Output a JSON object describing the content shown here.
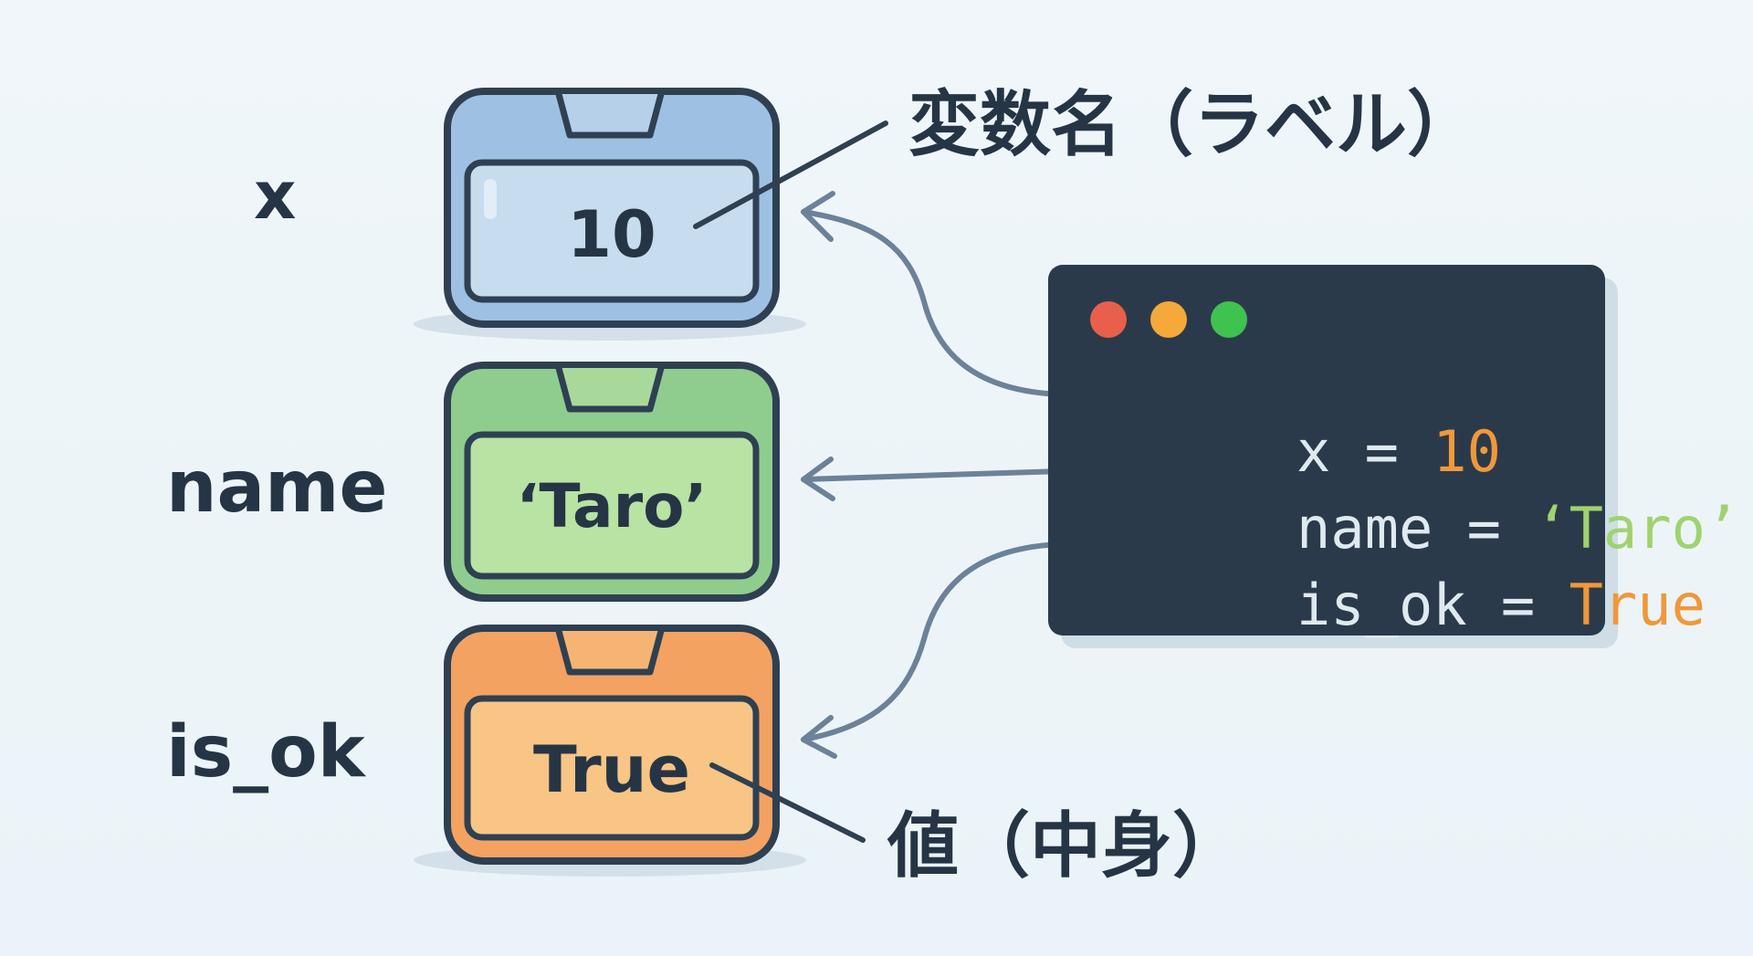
{
  "variables": [
    {
      "label": "x",
      "value": "10",
      "color": "#9ec1e3",
      "inner": "#c7dcef"
    },
    {
      "label": "name",
      "value": "‘Taro’",
      "color": "#8fcd8f",
      "inner": "#b8e3a3"
    },
    {
      "label": "is_ok",
      "value": "True",
      "color": "#f3a261",
      "inner": "#f8c585"
    }
  ],
  "annotations": {
    "name_label": "変数名（ラベル）",
    "value_label": "値（中身）"
  },
  "terminal": {
    "dots": [
      "#e8604c",
      "#f4a93a",
      "#3fc24f"
    ],
    "lines": [
      {
        "var": "x",
        "op": " = ",
        "val": "10",
        "val_color": "#f0983a"
      },
      {
        "var": "name",
        "op": " = ",
        "val": "‘Taro’",
        "val_color": "#9fd36f"
      },
      {
        "var": "is_ok",
        "op": " = ",
        "val": "True",
        "val_color": "#f0983a"
      }
    ]
  },
  "colors": {
    "outline": "#2e4052",
    "arrow": "#6b8299",
    "terminal_bg": "#2b3a4a",
    "text": "#263545"
  }
}
